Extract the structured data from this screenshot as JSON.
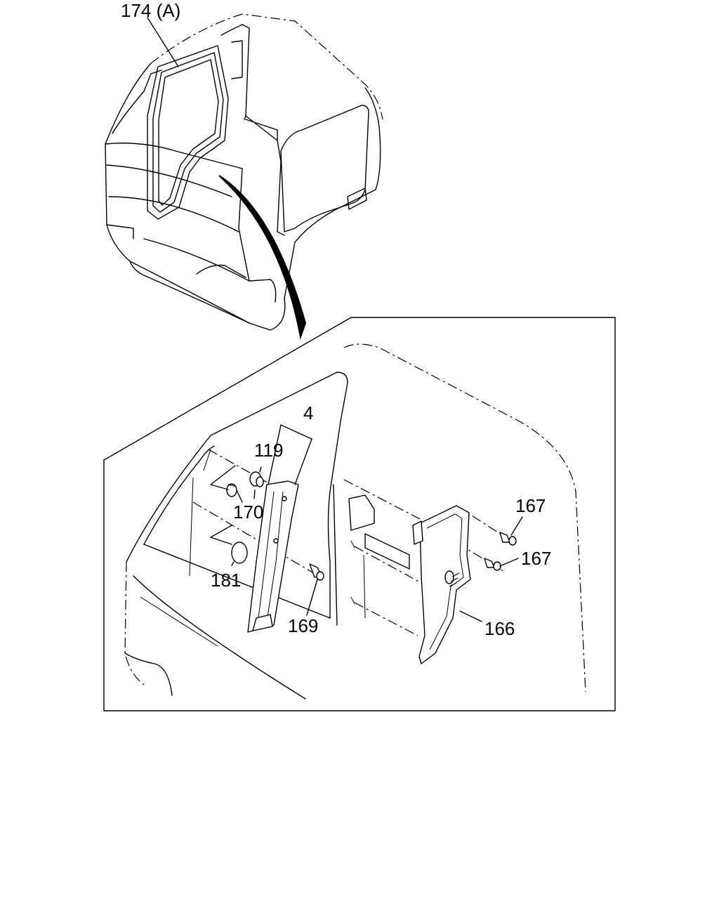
{
  "callouts": {
    "weatherstrip": "174 (A)",
    "pillar_trim": "4",
    "clip_119": "119",
    "plug_170": "170",
    "plug_181": "181",
    "clip_169": "169",
    "screw_167_upper": "167",
    "screw_167_lower": "167",
    "rear_trim": "166"
  }
}
